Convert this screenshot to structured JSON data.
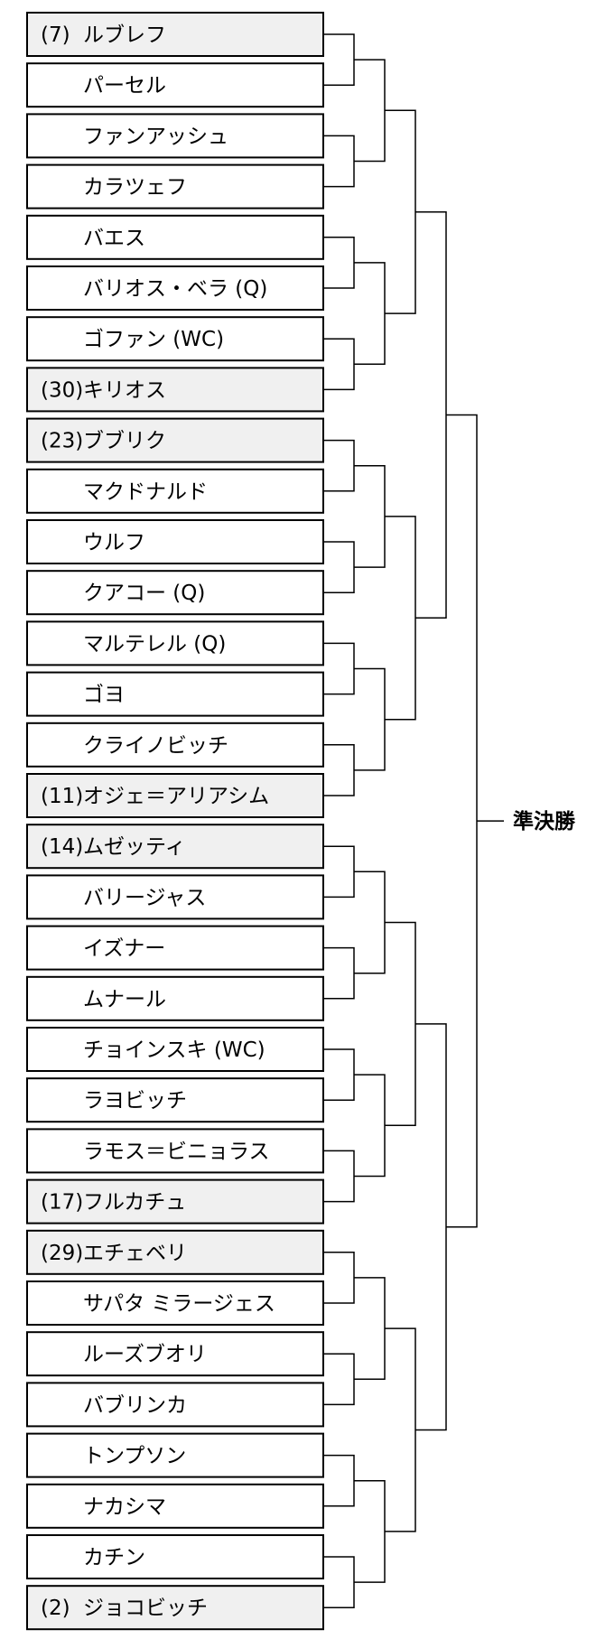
{
  "bracket": {
    "round_label": "準決勝",
    "entries": [
      {
        "seed": "(7)",
        "name": "ルブレフ"
      },
      {
        "seed": "",
        "name": "パーセル"
      },
      {
        "seed": "",
        "name": "ファンアッシュ"
      },
      {
        "seed": "",
        "name": "カラツェフ"
      },
      {
        "seed": "",
        "name": "バエス"
      },
      {
        "seed": "",
        "name": "バリオス・ベラ (Q)"
      },
      {
        "seed": "",
        "name": "ゴファン (WC)"
      },
      {
        "seed": "(30)",
        "name": "キリオス"
      },
      {
        "seed": "(23)",
        "name": "ブブリク"
      },
      {
        "seed": "",
        "name": "マクドナルド"
      },
      {
        "seed": "",
        "name": "ウルフ"
      },
      {
        "seed": "",
        "name": "クアコー (Q)"
      },
      {
        "seed": "",
        "name": "マルテレル (Q)"
      },
      {
        "seed": "",
        "name": "ゴヨ"
      },
      {
        "seed": "",
        "name": "クライノビッチ"
      },
      {
        "seed": "(11)",
        "name": "オジェ＝アリアシム"
      },
      {
        "seed": "(14)",
        "name": "ムゼッティ"
      },
      {
        "seed": "",
        "name": "バリージャス"
      },
      {
        "seed": "",
        "name": "イズナー"
      },
      {
        "seed": "",
        "name": "ムナール"
      },
      {
        "seed": "",
        "name": "チョインスキ (WC)"
      },
      {
        "seed": "",
        "name": "ラヨビッチ"
      },
      {
        "seed": "",
        "name": "ラモス＝ビニョラス"
      },
      {
        "seed": "(17)",
        "name": "フルカチュ"
      },
      {
        "seed": "(29)",
        "name": "エチェベリ"
      },
      {
        "seed": "",
        "name": "サパタ ミラージェス"
      },
      {
        "seed": "",
        "name": "ルーズブオリ"
      },
      {
        "seed": "",
        "name": "バブリンカ"
      },
      {
        "seed": "",
        "name": "トンプソン"
      },
      {
        "seed": "",
        "name": "ナカシマ"
      },
      {
        "seed": "",
        "name": "カチン"
      },
      {
        "seed": "(2)",
        "name": "ジョコビッチ"
      }
    ]
  }
}
